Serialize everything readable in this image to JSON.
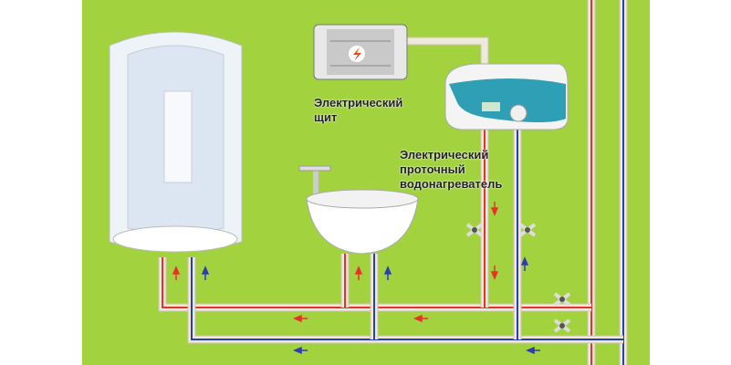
{
  "labels": {
    "panel": [
      "Электрический",
      "щит"
    ],
    "heater": [
      "Электрический",
      "проточный",
      "водонагреватель"
    ]
  },
  "colors": {
    "background": "#a3d23f",
    "hot": "#e8312a",
    "cold": "#2b3fb0",
    "pipe": "#efe9dc"
  }
}
